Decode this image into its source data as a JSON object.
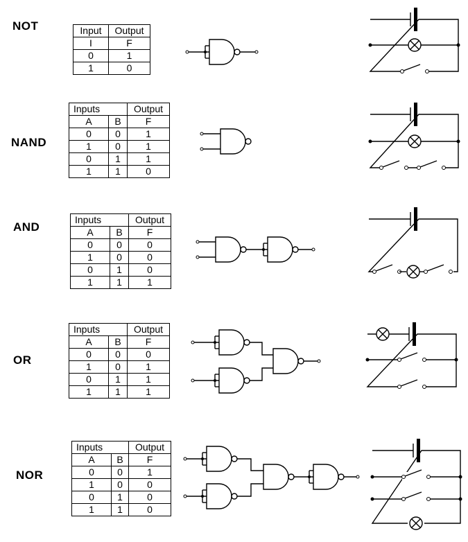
{
  "sections": [
    {
      "label": "NOT",
      "table": {
        "header_left": "Input",
        "header_right": "Output",
        "col_labels": [
          "I",
          "F"
        ],
        "rows": [
          [
            "0",
            "1"
          ],
          [
            "1",
            "0"
          ]
        ]
      }
    },
    {
      "label": "NAND",
      "table": {
        "header_left": "Inputs",
        "header_right": "Output",
        "col_labels": [
          "A",
          "B",
          "F"
        ],
        "rows": [
          [
            "0",
            "0",
            "1"
          ],
          [
            "1",
            "0",
            "1"
          ],
          [
            "0",
            "1",
            "1"
          ],
          [
            "1",
            "1",
            "0"
          ]
        ]
      }
    },
    {
      "label": "AND",
      "table": {
        "header_left": "Inputs",
        "header_right": "Output",
        "col_labels": [
          "A",
          "B",
          "F"
        ],
        "rows": [
          [
            "0",
            "0",
            "0"
          ],
          [
            "1",
            "0",
            "0"
          ],
          [
            "0",
            "1",
            "0"
          ],
          [
            "1",
            "1",
            "1"
          ]
        ]
      }
    },
    {
      "label": "OR",
      "table": {
        "header_left": "Inputs",
        "header_right": "Output",
        "col_labels": [
          "A",
          "B",
          "F"
        ],
        "rows": [
          [
            "0",
            "0",
            "0"
          ],
          [
            "1",
            "0",
            "1"
          ],
          [
            "0",
            "1",
            "1"
          ],
          [
            "1",
            "1",
            "1"
          ]
        ]
      }
    },
    {
      "label": "NOR",
      "table": {
        "header_left": "Inputs",
        "header_right": "Output",
        "col_labels": [
          "A",
          "B",
          "F"
        ],
        "rows": [
          [
            "0",
            "0",
            "1"
          ],
          [
            "1",
            "0",
            "0"
          ],
          [
            "0",
            "1",
            "0"
          ],
          [
            "1",
            "1",
            "0"
          ]
        ]
      }
    }
  ]
}
